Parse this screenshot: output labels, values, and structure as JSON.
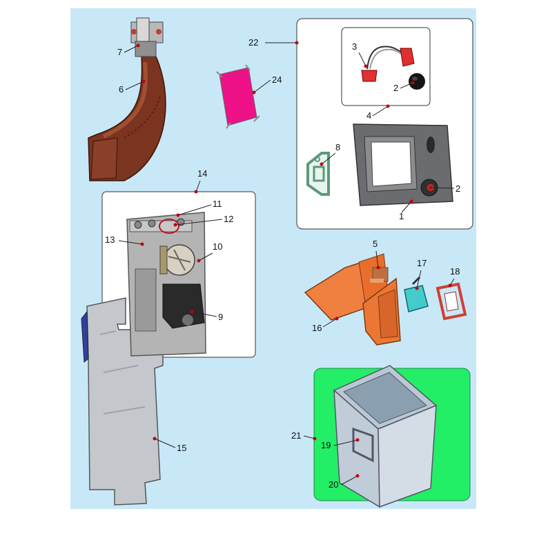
{
  "colors": {
    "background": "#c8e8f8",
    "page": "#ffffff",
    "leader_dot": "#c00010",
    "green_panel": "#22ee66",
    "magenta_part": "#ee1188",
    "orange_part": "#f08040",
    "brown_part": "#7a3420",
    "gasket_green": "#5a9a78",
    "cyan_part": "#44cccc"
  },
  "parts": [
    {
      "id": "part-1",
      "label": "1",
      "name": "front-panel-frame"
    },
    {
      "id": "part-2a",
      "label": "2",
      "name": "knob-loose"
    },
    {
      "id": "part-2b",
      "label": "2",
      "name": "knob-mounted"
    },
    {
      "id": "part-3",
      "label": "3",
      "name": "wire-harness"
    },
    {
      "id": "part-4",
      "label": "4",
      "name": "harness-group"
    },
    {
      "id": "part-5",
      "label": "5",
      "name": "small-plate"
    },
    {
      "id": "part-6",
      "label": "6",
      "name": "curved-chute"
    },
    {
      "id": "part-7",
      "label": "7",
      "name": "chute-bracket"
    },
    {
      "id": "part-8",
      "label": "8",
      "name": "gasket"
    },
    {
      "id": "part-9",
      "label": "9",
      "name": "gear-motor"
    },
    {
      "id": "part-10",
      "label": "10",
      "name": "motor-coupling"
    },
    {
      "id": "part-11",
      "label": "11",
      "name": "top-screw"
    },
    {
      "id": "part-12",
      "label": "12",
      "name": "bushing"
    },
    {
      "id": "part-13",
      "label": "13",
      "name": "mount-bracket"
    },
    {
      "id": "part-14",
      "label": "14",
      "name": "motor-assembly-group"
    },
    {
      "id": "part-15",
      "label": "15",
      "name": "side-panel"
    },
    {
      "id": "part-16",
      "label": "16",
      "name": "funnel"
    },
    {
      "id": "part-17",
      "label": "17",
      "name": "flap"
    },
    {
      "id": "part-18",
      "label": "18",
      "name": "seal-frame"
    },
    {
      "id": "part-19",
      "label": "19",
      "name": "bin-handle"
    },
    {
      "id": "part-20",
      "label": "20",
      "name": "bin"
    },
    {
      "id": "part-21",
      "label": "21",
      "name": "bin-group"
    },
    {
      "id": "part-22",
      "label": "22",
      "name": "front-panel-group"
    },
    {
      "id": "part-24",
      "label": "24",
      "name": "magenta-plate"
    }
  ]
}
